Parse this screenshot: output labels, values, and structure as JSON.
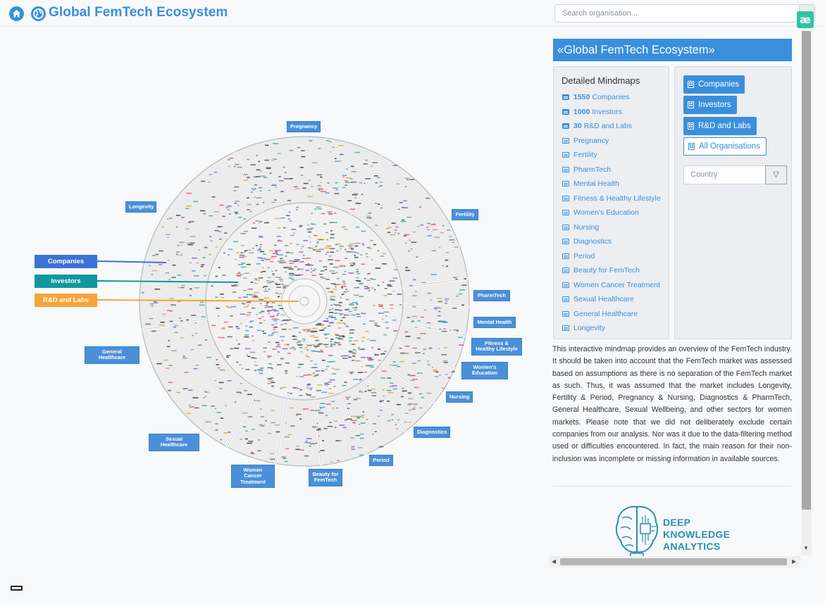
{
  "header": {
    "title": "Global FemTech Ecosystem",
    "search_placeholder": "Search organisation...",
    "ae_badge": "æ"
  },
  "mindmap": {
    "legend": [
      {
        "label": "Companies",
        "color": "#3b73d6"
      },
      {
        "label": "Investors",
        "color": "#11979e"
      },
      {
        "label": "R&D and Labs",
        "color": "#f6a33a"
      }
    ],
    "categories": [
      "Pregnancy",
      "Fertility",
      "PharmTech",
      "Mental Health",
      "Fitness & Healthy Lifestyle",
      "Women's Education",
      "Nursing",
      "Diagnostics",
      "Period",
      "Beauty for FemTech",
      "Women Cancer Treatment",
      "Sexual Healthcare",
      "General Healthcare",
      "Longevity"
    ]
  },
  "panel": {
    "title": "«Global FemTech Ecosystem»",
    "mindmaps_title": "Detailed Mindmaps",
    "mindmaps": [
      {
        "count": "1550",
        "label": "Companies",
        "filled": true
      },
      {
        "count": "1000",
        "label": "Investors",
        "filled": true
      },
      {
        "count": "30",
        "label": "R&D and Labs",
        "filled": true
      },
      {
        "count": "",
        "label": "Pregnancy",
        "filled": false
      },
      {
        "count": "",
        "label": "Fertility",
        "filled": false
      },
      {
        "count": "",
        "label": "PharmTech",
        "filled": false
      },
      {
        "count": "",
        "label": "Mental Health",
        "filled": false
      },
      {
        "count": "",
        "label": "Fitness & Healthy Lifestyle",
        "filled": false
      },
      {
        "count": "",
        "label": "Women's Education",
        "filled": false
      },
      {
        "count": "",
        "label": "Nursing",
        "filled": false
      },
      {
        "count": "",
        "label": "Diagnostics",
        "filled": false
      },
      {
        "count": "",
        "label": "Period",
        "filled": false
      },
      {
        "count": "",
        "label": "Beauty for FemTech",
        "filled": false
      },
      {
        "count": "",
        "label": "Women Cancer Treatment",
        "filled": false
      },
      {
        "count": "",
        "label": "Sexual Healthcare",
        "filled": false
      },
      {
        "count": "",
        "label": "General Healthcare",
        "filled": false
      },
      {
        "count": "",
        "label": "Longevity",
        "filled": false
      }
    ],
    "org_buttons": [
      "Companies",
      "Investors",
      "R&D and Labs",
      "All Organisations"
    ],
    "country_placeholder": "Country",
    "filter_icon": "▽",
    "description": "This interactive mindmap provides an overview of the FemTech industry. It should be taken into account that the FemTech market was assessed based on assumptions as there is no separation of the FemTech market as such. Thus, it was assumed that the market includes Longevity, Fertility & Period, Pregnancy & Nursing, Diagnostics & PharmTech, General Healthcare, Sexual Wellbeing, and other sectors for women markets. Please note that we did not deliberately exclude certain companies from our analysis. Nor was it due to the data-filtering method used or difficulties encountered. In fact, the main reason for their non-inclusion was incomplete or missing information in available sources.",
    "logo_lines": [
      "DEEP",
      "KNOWLEDGE",
      "ANALYTICS"
    ]
  }
}
